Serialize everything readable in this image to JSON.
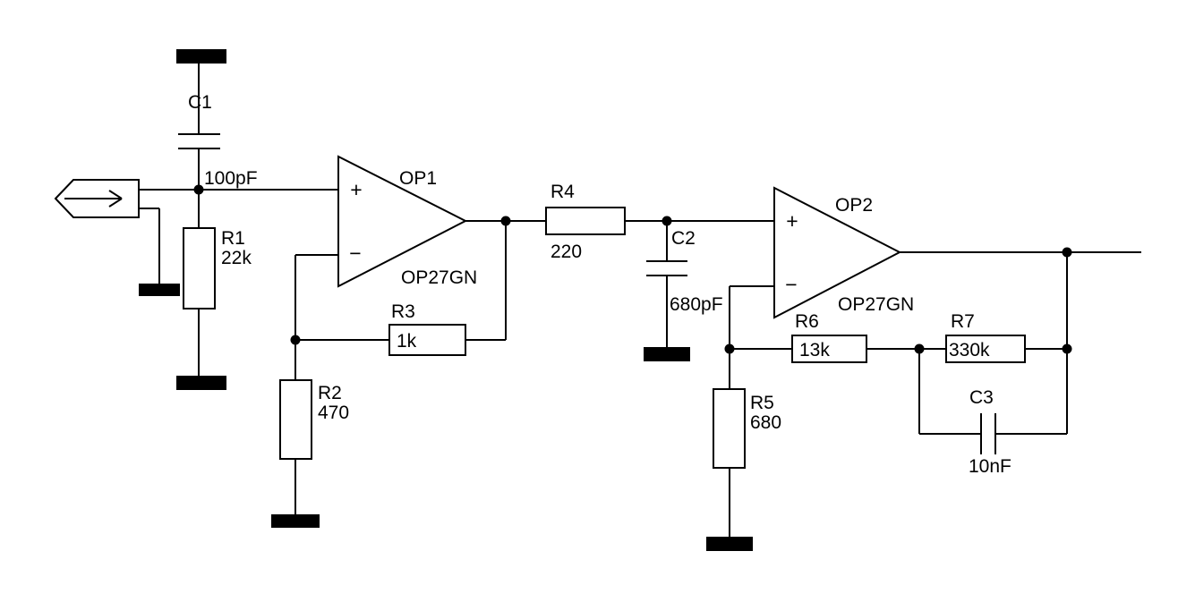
{
  "schematic": {
    "background": "#ffffff",
    "ink": "#000000",
    "components": {
      "c1": {
        "ref": "C1",
        "value": "100pF"
      },
      "r1": {
        "ref": "R1",
        "value": "22k"
      },
      "r2": {
        "ref": "R2",
        "value": "470"
      },
      "r3": {
        "ref": "R3",
        "value": "1k"
      },
      "r4": {
        "ref": "R4",
        "value": "220"
      },
      "r5": {
        "ref": "R5",
        "value": "680"
      },
      "r6": {
        "ref": "R6",
        "value": "13k"
      },
      "r7": {
        "ref": "R7",
        "value": "330k"
      },
      "c2": {
        "ref": "C2",
        "value": "680pF"
      },
      "c3": {
        "ref": "C3",
        "value": "10nF"
      },
      "op1": {
        "ref": "OP1",
        "part": "OP27GN",
        "plus": "+",
        "minus": "−"
      },
      "op2": {
        "ref": "OP2",
        "part": "OP27GN",
        "plus": "+",
        "minus": "−"
      }
    }
  }
}
